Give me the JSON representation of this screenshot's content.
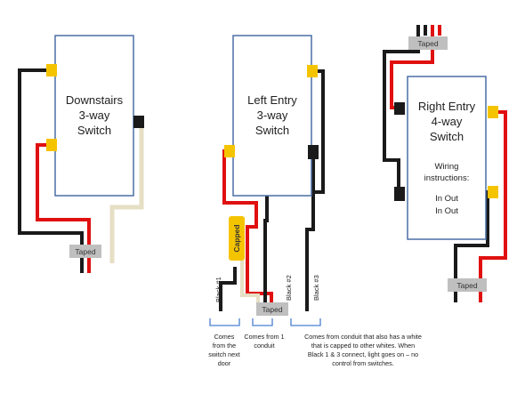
{
  "switches": {
    "downstairs": {
      "line1": "Downstairs",
      "line2": "3-way",
      "line3": "Switch"
    },
    "left_entry": {
      "line1": "Left Entry",
      "line2": "3-way",
      "line3": "Switch"
    },
    "right_entry": {
      "line1": "Right Entry",
      "line2": "4-way",
      "line3": "Switch",
      "instr1": "Wiring",
      "instr2": "instructions:",
      "inout1": "In Out",
      "inout2": "In Out"
    }
  },
  "tags": {
    "taped": "Taped",
    "capped": "Capped"
  },
  "wire_labels": {
    "black1": "Black #1",
    "black2": "Black #2",
    "black3": "Black #3"
  },
  "notes": {
    "note1": [
      "Comes",
      "from the",
      "switch next",
      "door"
    ],
    "note2": [
      "Comes from 1",
      "conduit"
    ],
    "note3": [
      "Comes from conduit  that also has a white",
      "that is capped to other whites.  When",
      "Black 1 & 3 connect, light goes on – no",
      "control from switches."
    ]
  },
  "colors": {
    "box_stroke": "#4a6fa5",
    "terminal_brass": "#f5c400",
    "terminal_black": "#1a1a1a",
    "wire_black": "#1a1a1a",
    "wire_red": "#e01010",
    "wire_white": "#e6dfc4",
    "tape_gray": "#bfbfbf",
    "bracket_blue": "#4a7fd0"
  }
}
